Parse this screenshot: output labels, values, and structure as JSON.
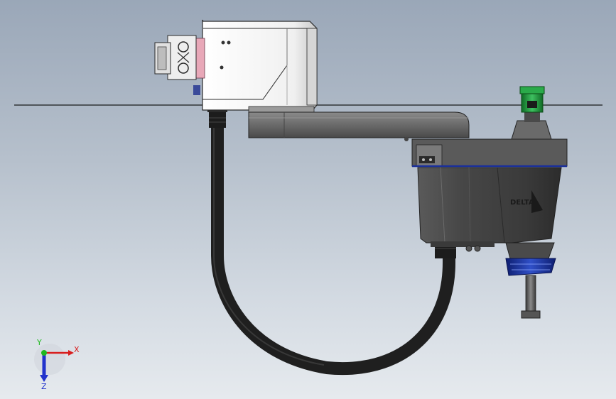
{
  "triad": {
    "x_label": "X",
    "y_label": "Y",
    "z_label": "Z",
    "colors": {
      "x": "#d81e1e",
      "y": "#1fb81f",
      "z": "#2233cc"
    }
  },
  "robot": {
    "logo_text": "DELTA",
    "colors": {
      "base_housing": "#f4f4f4",
      "arm": "#6e6e6e",
      "cable": "#1f1f1f",
      "accent_blue": "#1a2f9a",
      "tool_green": "#1e9a3a",
      "connector_pink": "#e8a8b8"
    }
  }
}
